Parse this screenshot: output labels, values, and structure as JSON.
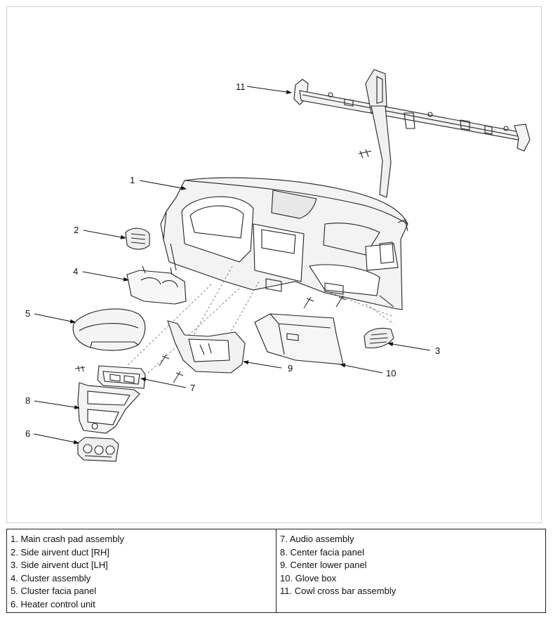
{
  "diagram": {
    "callouts": [
      "1",
      "2",
      "3",
      "4",
      "5",
      "6",
      "7",
      "8",
      "9",
      "10",
      "11"
    ]
  },
  "legend": {
    "left": [
      "1. Main crash pad assembly",
      "2. Side airvent duct [RH]",
      "3. Side airvent duct [LH]",
      "4. Cluster assembly",
      "5. Cluster facia panel",
      "6. Heater control unit"
    ],
    "right": [
      "7. Audio assembly",
      "8. Center facia panel",
      "9. Center lower panel",
      "10. Glove box",
      "11. Cowl cross bar assembly"
    ]
  }
}
